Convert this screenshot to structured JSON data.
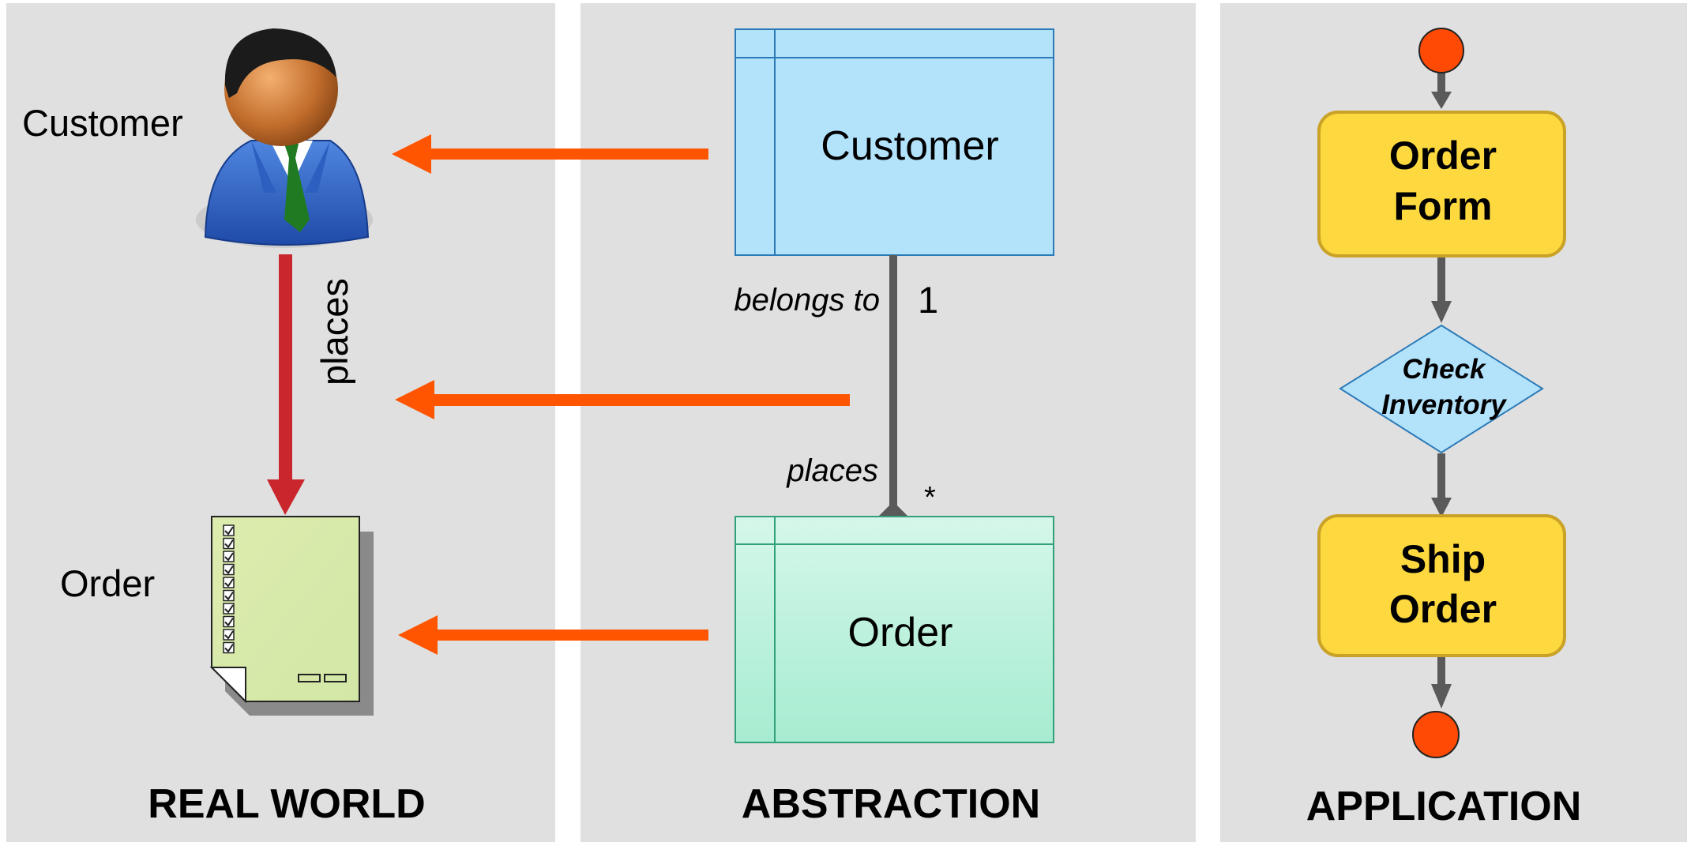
{
  "panels": {
    "real_world": {
      "footer": "REAL WORLD",
      "customer_label": "Customer",
      "order_label": "Order",
      "relation_label": "places"
    },
    "abstraction": {
      "footer": "ABSTRACTION",
      "class_customer": "Customer",
      "class_order": "Order",
      "role_top": "belongs to",
      "mult_top": "1",
      "role_bottom": "places",
      "mult_bottom": "*"
    },
    "application": {
      "footer": "APPLICATION",
      "step1_line1": "Order",
      "step1_line2": "Form",
      "decision_line1": "Check",
      "decision_line2": "Inventory",
      "step2_line1": "Ship",
      "step2_line2": "Order"
    }
  },
  "colors": {
    "panel_background": "#e0e0e0",
    "mapping_arrow": "#ff5500",
    "relation_arrow": "#c9262d",
    "customer_class_fill": "#b3e2fb",
    "order_class_fill": "#c5f3e0",
    "activity_fill": "#fdd93f",
    "decision_fill": "#b3e2fb",
    "terminal_node": "#ff4a05",
    "connector": "#5a5a5a"
  },
  "icons": {
    "customer": "business-person-icon",
    "order": "order-form-document-icon"
  }
}
